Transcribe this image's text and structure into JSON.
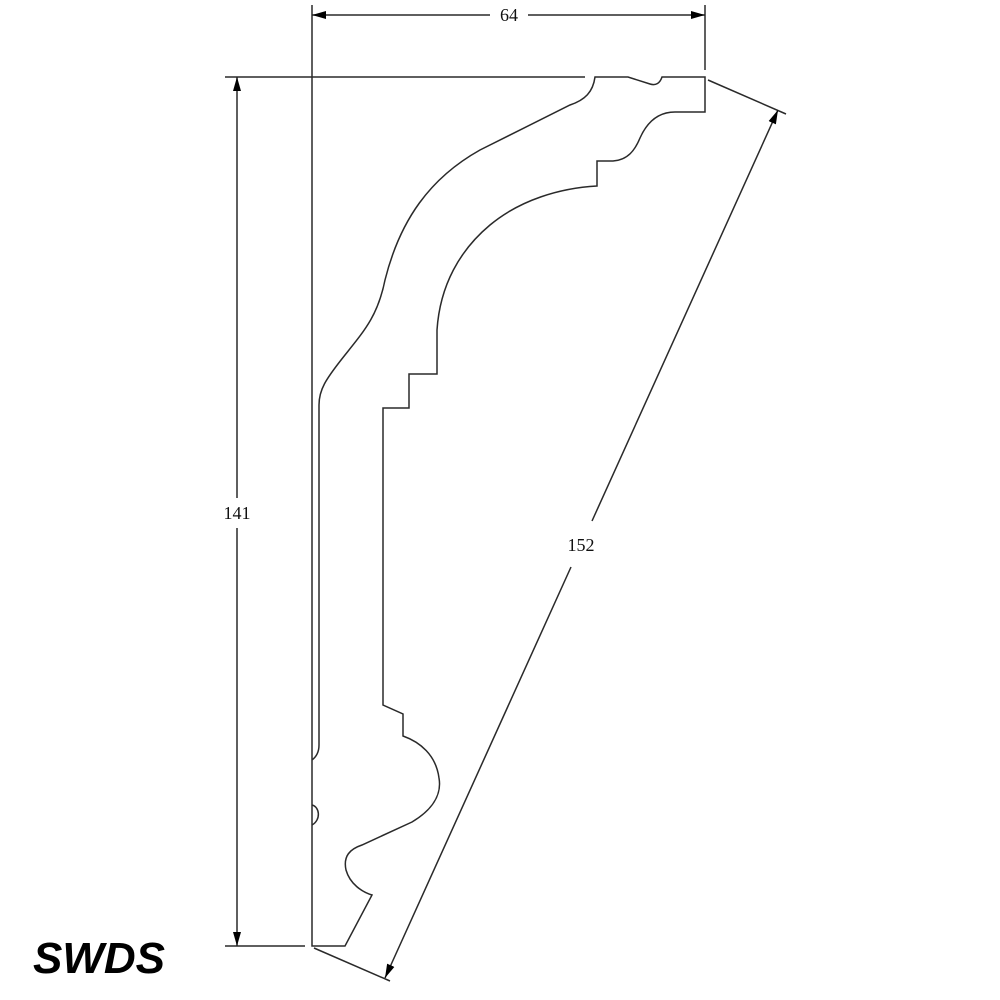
{
  "drawing": {
    "dimensions": {
      "width": "64",
      "height": "141",
      "diagonal": "152"
    },
    "logo": "SWDS",
    "line_color": "#2a2a2a"
  }
}
